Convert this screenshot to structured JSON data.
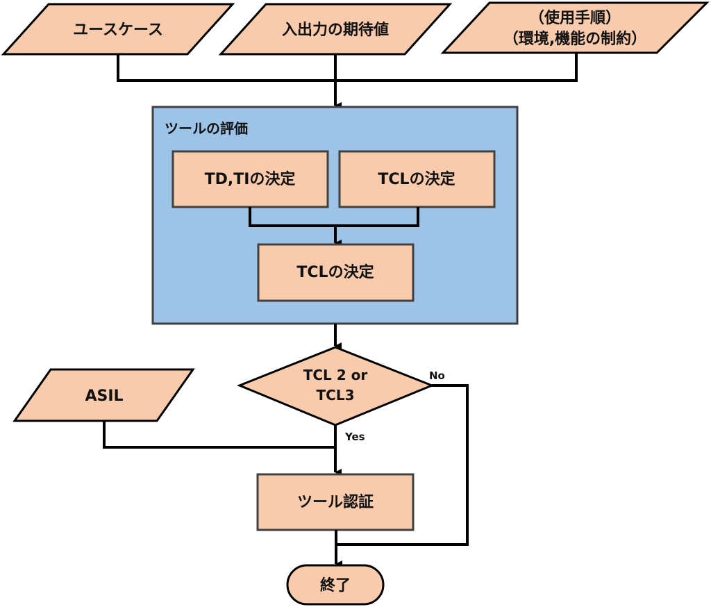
{
  "diagram": {
    "type": "flowchart",
    "colors": {
      "node_fill": "#f8cbad",
      "group_fill": "#9dc3e6",
      "stroke": "#000000",
      "box_stroke": "#404040"
    },
    "inputs": {
      "use_case": "ユースケース",
      "io_expectation": "入出力の期待値",
      "procedure_line1": "（使用手順）",
      "procedure_line2": "（環境,機能の制約）",
      "asil": "ASIL"
    },
    "group": {
      "title": "ツールの評価",
      "td_ti": "TD,TIの決定",
      "tcl_left": "TCLの決定",
      "tcl_result": "TCLの決定"
    },
    "decision": {
      "line1": "TCL 2  or",
      "line2": "TCL3",
      "yes": "Yes",
      "no": "No"
    },
    "process": {
      "tool_qualification": "ツール認証"
    },
    "terminal": {
      "end": "終了"
    }
  }
}
